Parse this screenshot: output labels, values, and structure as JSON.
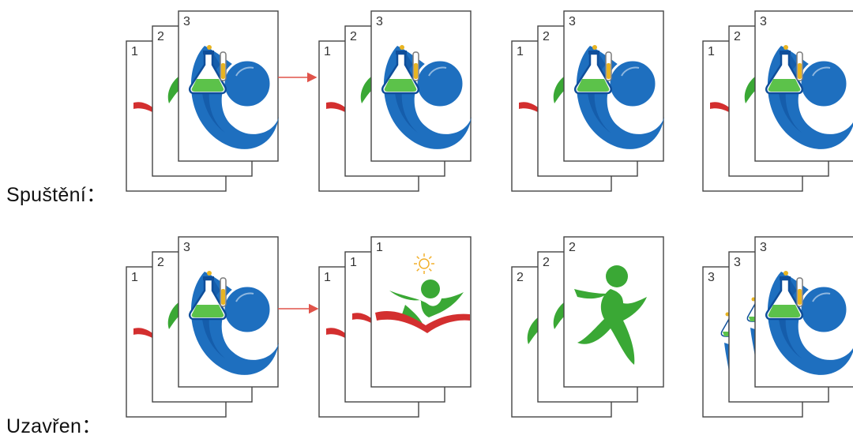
{
  "rows": [
    {
      "id": "on",
      "label": "Spuštění：",
      "stacks": [
        {
          "pages": [
            {
              "num": "1",
              "art": "red"
            },
            {
              "num": "2",
              "art": "green"
            },
            {
              "num": "3",
              "art": "blue"
            }
          ]
        },
        {
          "pages": [
            {
              "num": "1",
              "art": "red"
            },
            {
              "num": "2",
              "art": "green"
            },
            {
              "num": "3",
              "art": "blue"
            }
          ]
        },
        {
          "pages": [
            {
              "num": "1",
              "art": "red"
            },
            {
              "num": "2",
              "art": "green"
            },
            {
              "num": "3",
              "art": "blue"
            }
          ]
        },
        {
          "pages": [
            {
              "num": "1",
              "art": "red"
            },
            {
              "num": "2",
              "art": "green"
            },
            {
              "num": "3",
              "art": "blue"
            }
          ]
        }
      ]
    },
    {
      "id": "off",
      "label": "Uzavřen：",
      "stacks": [
        {
          "pages": [
            {
              "num": "1",
              "art": "red"
            },
            {
              "num": "2",
              "art": "green"
            },
            {
              "num": "3",
              "art": "blue"
            }
          ]
        },
        {
          "pages": [
            {
              "num": "1",
              "art": "red"
            },
            {
              "num": "1",
              "art": "red"
            },
            {
              "num": "1",
              "art": "red-full"
            }
          ]
        },
        {
          "pages": [
            {
              "num": "2",
              "art": "green"
            },
            {
              "num": "2",
              "art": "green"
            },
            {
              "num": "2",
              "art": "green-full"
            }
          ]
        },
        {
          "pages": [
            {
              "num": "3",
              "art": "blue"
            },
            {
              "num": "3",
              "art": "blue"
            },
            {
              "num": "3",
              "art": "blue"
            }
          ]
        }
      ]
    }
  ],
  "colors": {
    "arrow": "#e0534a",
    "page_border": "#444444",
    "blue": "#1e6fbf",
    "blue_dark": "#0f4e9a",
    "green": "#3aa835",
    "red": "#d32f2f",
    "flask_fill": "#5cc24a",
    "bulb": "#f2b02c"
  }
}
